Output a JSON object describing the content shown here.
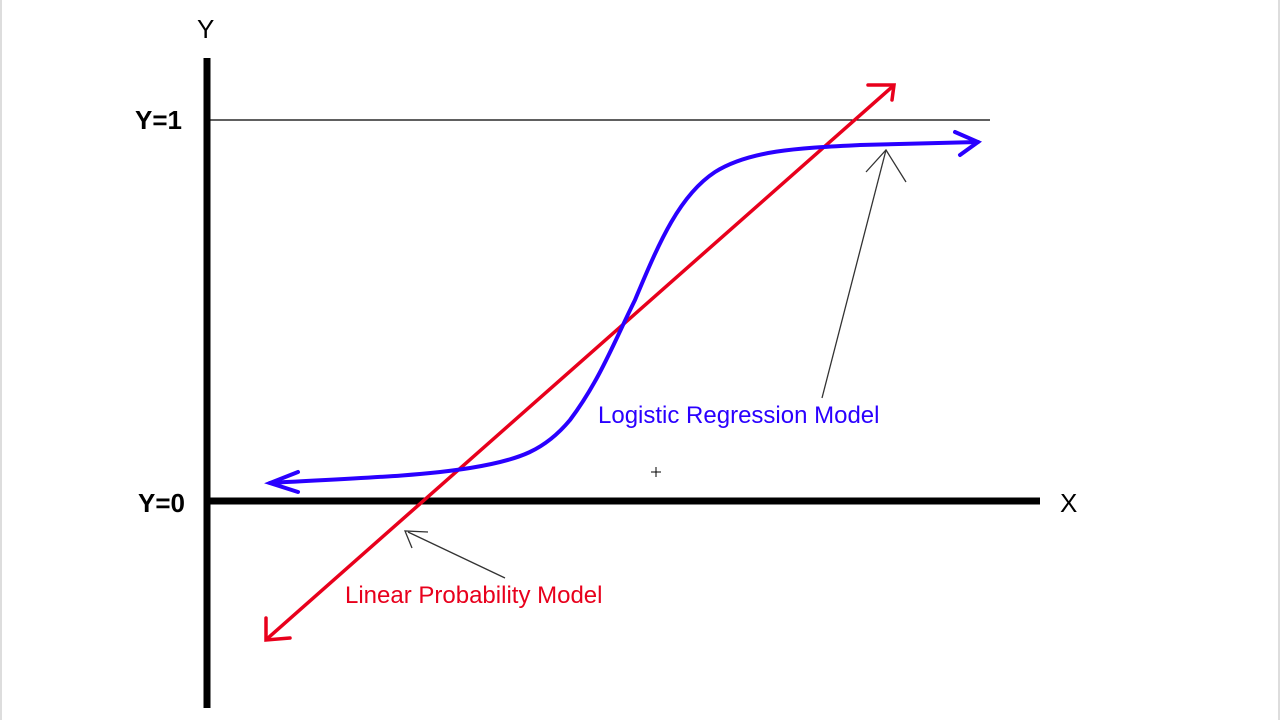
{
  "axes": {
    "y_label": "Y",
    "x_label": "X",
    "y1_label": "Y=1",
    "y0_label": "Y=0"
  },
  "annotations": {
    "logistic": "Logistic Regression Model",
    "linear": "Linear Probability Model"
  },
  "colors": {
    "logistic": "#2a00ff",
    "linear": "#e8001c",
    "axis": "#000000",
    "pointer": "#333333"
  }
}
